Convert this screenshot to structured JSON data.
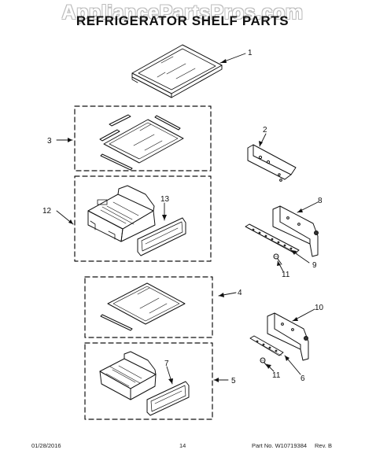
{
  "watermark": "AppliancePartsPros.com",
  "title": "REFRIGERATOR SHELF PARTS",
  "callouts": {
    "c1": "1",
    "c2": "2",
    "c3": "3",
    "c4": "4",
    "c5": "5",
    "c6": "6",
    "c7": "7",
    "c8": "8",
    "c9": "9",
    "c10": "10",
    "c11a": "11",
    "c11b": "11",
    "c12": "12",
    "c13": "13"
  },
  "footer": {
    "date": "01/28/2016",
    "page": "14",
    "part_label": "Part No. W10719384",
    "revision": "Rev. B"
  }
}
